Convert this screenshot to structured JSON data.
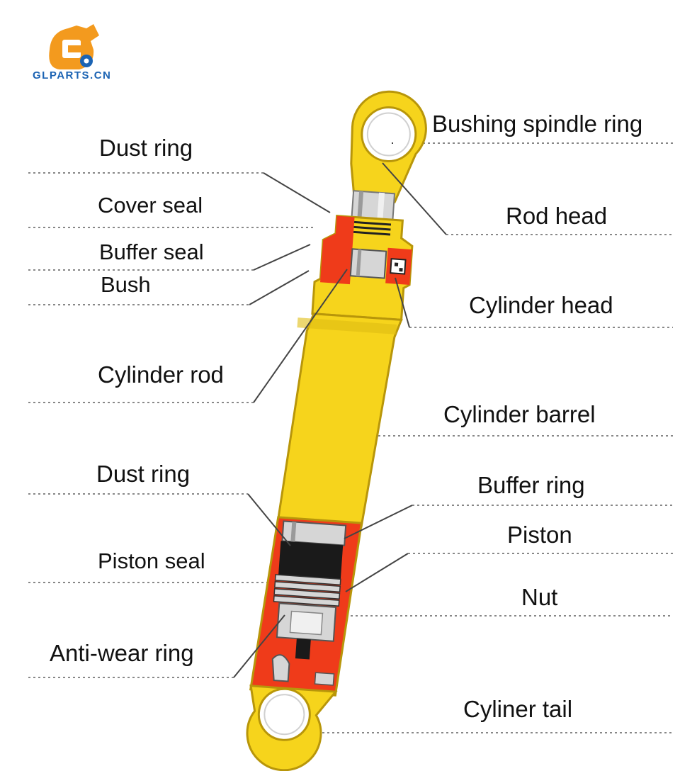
{
  "brand": {
    "logo_text": "GLPARTS.CN",
    "colors": {
      "orange": "#f39a1e",
      "blue": "#1b63b3"
    }
  },
  "colors": {
    "body_yellow": "#f6d41c",
    "body_yellow_dark": "#d9b20c",
    "cutaway_red": "#ef3b1a",
    "seal_black": "#1a1a1a",
    "metal_gray": "#c8c8c8",
    "leader_line": "#444444"
  },
  "labels": {
    "dust_ring_top": "Dust ring",
    "cover_seal": "Cover seal",
    "buffer_seal": "Buffer seal",
    "bush": "Bush",
    "cylinder_rod": "Cylinder rod",
    "dust_ring_bottom": "Dust ring",
    "piston_seal": "Piston seal",
    "anti_wear_ring": "Anti-wear ring",
    "bushing_spindle_ring": "Bushing spindle ring",
    "rod_head": "Rod head",
    "cylinder_head": "Cylinder head",
    "cylinder_barrel": "Cylinder barrel",
    "buffer_ring": "Buffer ring",
    "piston": "Piston",
    "nut": "Nut",
    "cyliner_tail": "Cyliner tail"
  }
}
